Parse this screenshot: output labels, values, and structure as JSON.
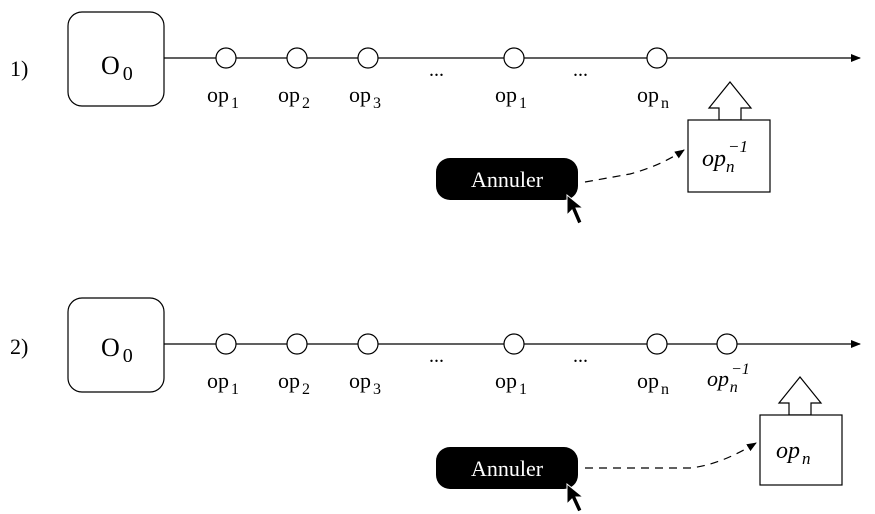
{
  "panels": [
    {
      "number": "1)",
      "origin": {
        "base": "O",
        "sub": "0"
      },
      "ellipses": [
        "...",
        "..."
      ],
      "operations": [
        {
          "base": "op",
          "sub": "1",
          "italic": false
        },
        {
          "base": "op",
          "sub": "2",
          "italic": false
        },
        {
          "base": "op",
          "sub": "3",
          "italic": false
        },
        {
          "base": "op",
          "sub": "1",
          "italic": false
        },
        {
          "base": "op",
          "sub": "n",
          "italic": false
        }
      ],
      "undo_button": {
        "label": "Annuler"
      },
      "stack_box": {
        "base": "op",
        "sub": "n",
        "sup": "−1",
        "italic": true
      }
    },
    {
      "number": "2)",
      "origin": {
        "base": "O",
        "sub": "0"
      },
      "ellipses": [
        "...",
        "..."
      ],
      "operations": [
        {
          "base": "op",
          "sub": "1",
          "italic": false
        },
        {
          "base": "op",
          "sub": "2",
          "italic": false
        },
        {
          "base": "op",
          "sub": "3",
          "italic": false
        },
        {
          "base": "op",
          "sub": "1",
          "italic": false
        },
        {
          "base": "op",
          "sub": "n",
          "italic": false
        },
        {
          "base": "op",
          "sub": "n",
          "sup": "−1",
          "italic": true
        }
      ],
      "undo_button": {
        "label": "Annuler"
      },
      "stack_box": {
        "base": "op",
        "sub": "n",
        "italic": true
      }
    }
  ]
}
